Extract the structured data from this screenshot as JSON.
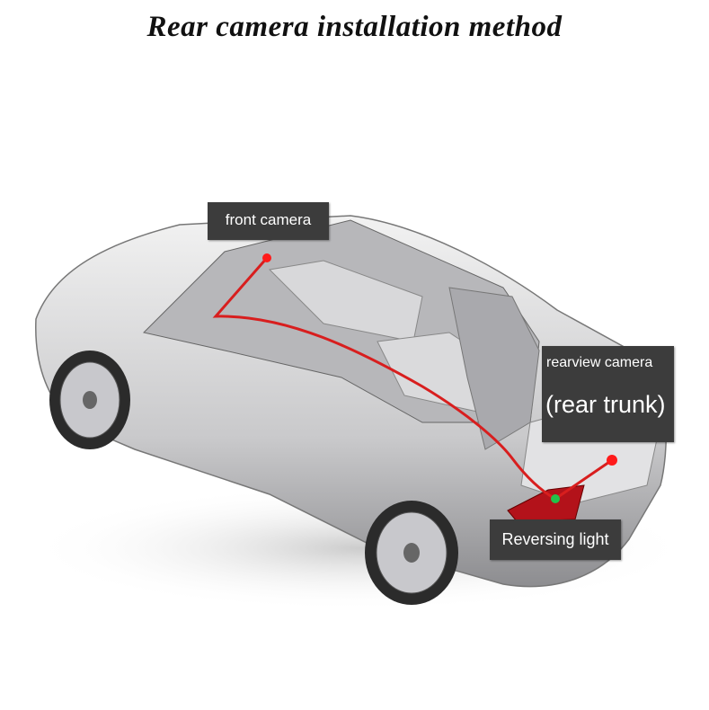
{
  "title": "Rear camera installation method",
  "labels": {
    "front_camera": "front camera",
    "rearview_camera": "rearview camera",
    "rear_trunk": "(rear trunk)",
    "reversing_light": "Reversing light"
  },
  "colors": {
    "wire": "#d81e1e",
    "camera_dot": "#ff1a1a",
    "light_dot": "#22c24a",
    "label_bg": "#3c3c3c"
  }
}
